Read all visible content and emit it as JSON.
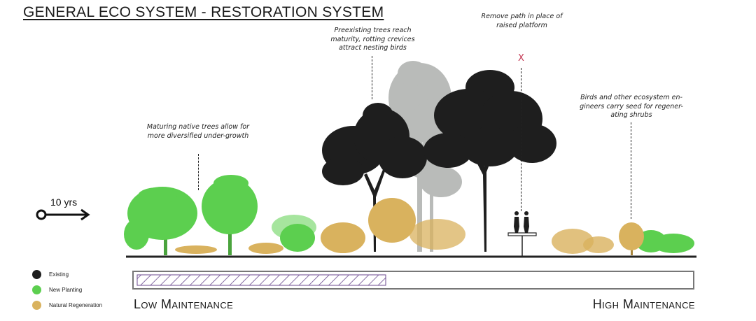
{
  "title": "GENERAL ECO SYSTEM - RESTORATION SYSTEM",
  "annotations": {
    "maturing": "Maturing native trees allow for more diversified under-growth",
    "preexisting": "Preexisting trees reach maturity, rotting crevices attract nesting birds",
    "remove_path": "Remove path in place of raised platform",
    "birds": "Birds and other ecosystem en-gineers carry seed for regener-ating shrubs"
  },
  "remove_marker": "X",
  "time_marker": {
    "label": "10 yrs"
  },
  "legend": [
    {
      "label": "Existing",
      "color": "#1e1e1e"
    },
    {
      "label": "New Planting",
      "color": "#5ccf4f"
    },
    {
      "label": "Natural Regeneration",
      "color": "#d9b25e"
    }
  ],
  "maintenance_scale": {
    "low_label": "Low Maintenance",
    "high_label": "High Maintenance",
    "level": 0.45,
    "hatch_color": "#6b4a8f"
  },
  "colors": {
    "existing": "#1e1e1e",
    "existing_faded": "#b9bbb9",
    "new_planting": "#5ccf4f",
    "natural_regeneration": "#d9b25e",
    "accent": "#c43a55"
  }
}
